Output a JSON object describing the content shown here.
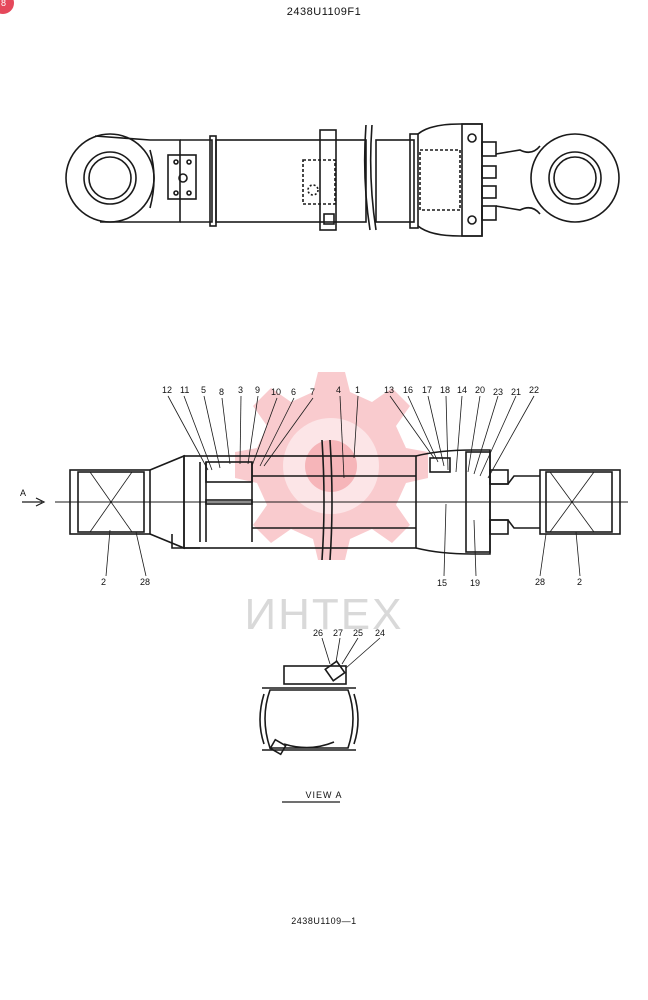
{
  "drawing_number": "2438U1109F1",
  "sheet_number": "2438U1109—1",
  "corner_badge": "8",
  "view_label": "VIEW  A",
  "watermark": "ИНТЕХ",
  "section_arrow_label": "A",
  "callouts_top_left": [
    "12",
    "11",
    "5",
    "8",
    "3",
    "9",
    "10",
    "6",
    "7",
    "4",
    "1"
  ],
  "callouts_top_right": [
    "13",
    "16",
    "17",
    "18",
    "14",
    "20",
    "23",
    "21",
    "22"
  ],
  "callouts_bottom": [
    "2",
    "28",
    "15",
    "19",
    "28",
    "2"
  ],
  "callouts_view_a": [
    "26",
    "27",
    "25",
    "24"
  ],
  "colors": {
    "line": "#1a1a1a",
    "watermark": "#e8454f"
  }
}
